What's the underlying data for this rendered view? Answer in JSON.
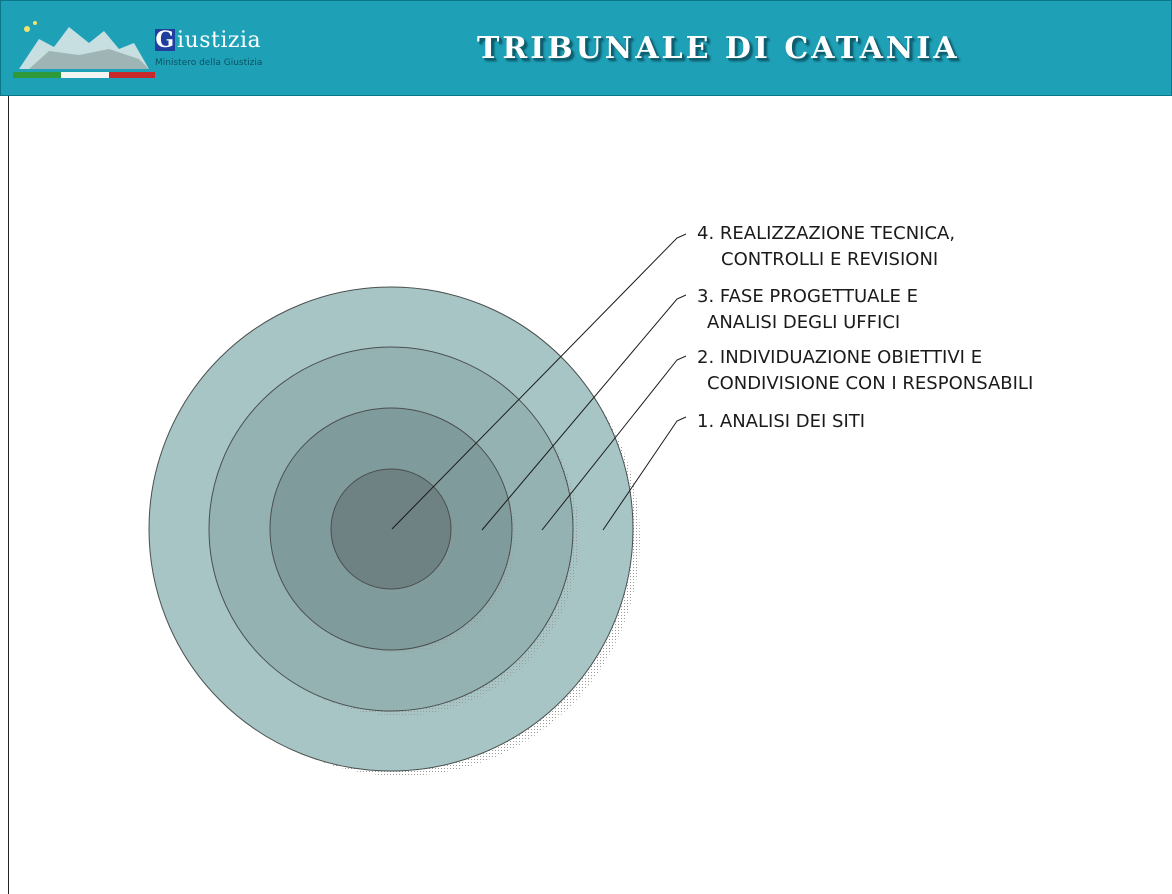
{
  "header": {
    "title": "TRIBUNALE DI CATANIA",
    "logo_text": "iustizia",
    "logo_letter": "G",
    "logo_subtitle": "Ministero della Giustizia",
    "background_color": "#1ea0b7"
  },
  "diagram": {
    "rings": [
      {
        "level": 1,
        "color": "#a7c5c5"
      },
      {
        "level": 2,
        "color": "#95b2b2"
      },
      {
        "level": 3,
        "color": "#809b9c"
      },
      {
        "level": 4,
        "color": "#6e8283"
      }
    ],
    "labels": [
      {
        "line1": "4. REALIZZAZIONE TECNICA,",
        "line2": "CONTROLLI E REVISIONI"
      },
      {
        "line1": "3. FASE PROGETTUALE E",
        "line2": "ANALISI DEGLI UFFICI"
      },
      {
        "line1": "2. INDIVIDUAZIONE OBIETTIVI E",
        "line2": "CONDIVISIONE CON I RESPONSABILI"
      },
      {
        "line1": "1. ANALISI DEI SITI",
        "line2": ""
      }
    ]
  }
}
